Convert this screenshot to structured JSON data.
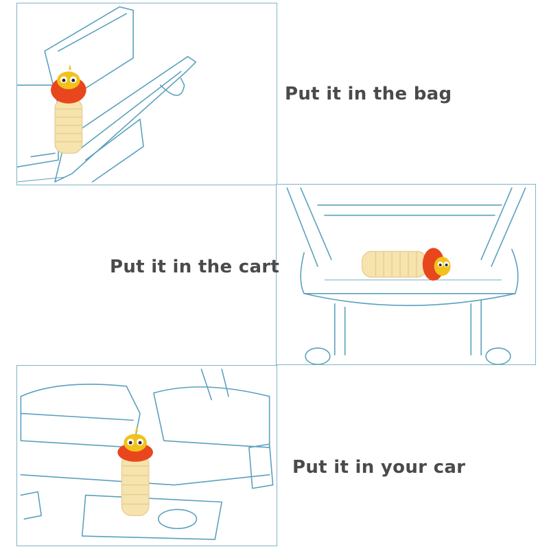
{
  "captions": {
    "bag": "Put it in the bag",
    "cart": "Put it in the cart",
    "car": "Put it in your car"
  },
  "colors": {
    "line_art": "#5aa0bd",
    "panel_border": "#7fb3c6",
    "caption_text": "#4a4a4a",
    "product_body": "#f6e3ad",
    "product_cap": "#e8471d",
    "product_face": "#f2c21b"
  },
  "icons": {
    "product": "duck-urinal-icon",
    "bag": "diaper-bag-illustration",
    "stroller": "stroller-basket-illustration",
    "car": "car-console-illustration"
  }
}
